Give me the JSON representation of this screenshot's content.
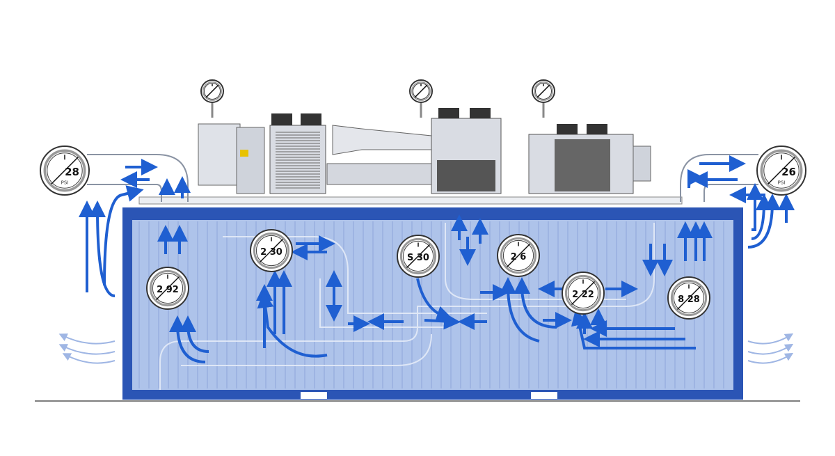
{
  "colors": {
    "flow_arrow": "#1f5fd1",
    "container_frame": "#2b55b5",
    "container_fill": "#aec3ea",
    "pipe_outline": "#8a93a3",
    "equipment": "#d9dce3"
  },
  "gauges": [
    {
      "id": "left-outer",
      "reading": "28",
      "unit": "PSI"
    },
    {
      "id": "right-outer",
      "reading": "26",
      "unit": "PSI"
    },
    {
      "id": "top-1",
      "reading": "",
      "unit": ""
    },
    {
      "id": "top-2",
      "reading": "",
      "unit": ""
    },
    {
      "id": "top-3",
      "reading": "",
      "unit": ""
    },
    {
      "id": "inner-1",
      "reading": "2 92",
      "unit": ""
    },
    {
      "id": "inner-2",
      "reading": "2 30",
      "unit": ""
    },
    {
      "id": "inner-3",
      "reading": "S 30",
      "unit": ""
    },
    {
      "id": "inner-4",
      "reading": "2 6",
      "unit": ""
    },
    {
      "id": "inner-5",
      "reading": "2 22",
      "unit": ""
    },
    {
      "id": "inner-6",
      "reading": "8 28",
      "unit": ""
    }
  ]
}
